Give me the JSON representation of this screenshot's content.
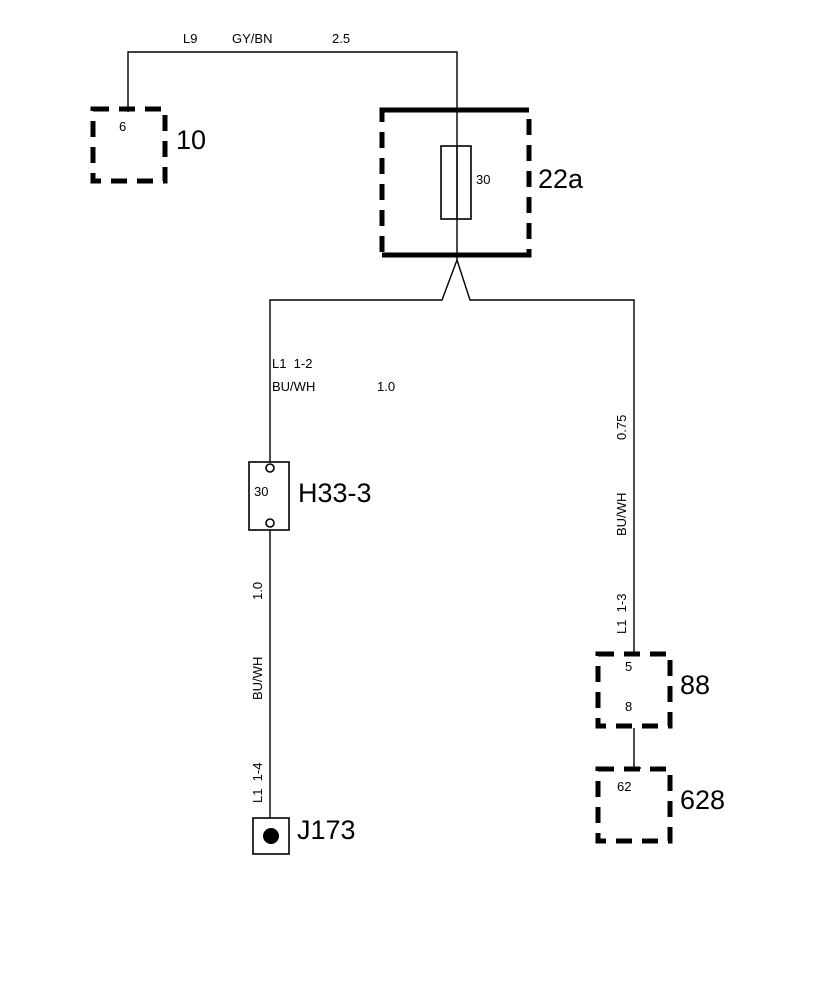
{
  "wires": {
    "top": {
      "circuit": "L9",
      "color": "GY/BN",
      "gauge": "2.5"
    },
    "left_upper": {
      "circuit": "L1  1-2",
      "color": "BU/WH",
      "gauge": "1.0"
    },
    "left_lower": {
      "gauge": "1.0",
      "color": "BU/WH",
      "circuit": "L1  1-4"
    },
    "right": {
      "gauge": "0.75",
      "color": "BU/WH",
      "circuit": "L1  1-3"
    }
  },
  "components": {
    "c10": {
      "id": "10",
      "pin": "6"
    },
    "c22a": {
      "id": "22a",
      "fuse": "30"
    },
    "h33": {
      "id": "H33-3",
      "value": "30"
    },
    "j173": {
      "id": "J173"
    },
    "c88": {
      "id": "88",
      "pin_top": "5",
      "pin_bottom": "8"
    },
    "c628": {
      "id": "628",
      "pin": "62"
    }
  }
}
